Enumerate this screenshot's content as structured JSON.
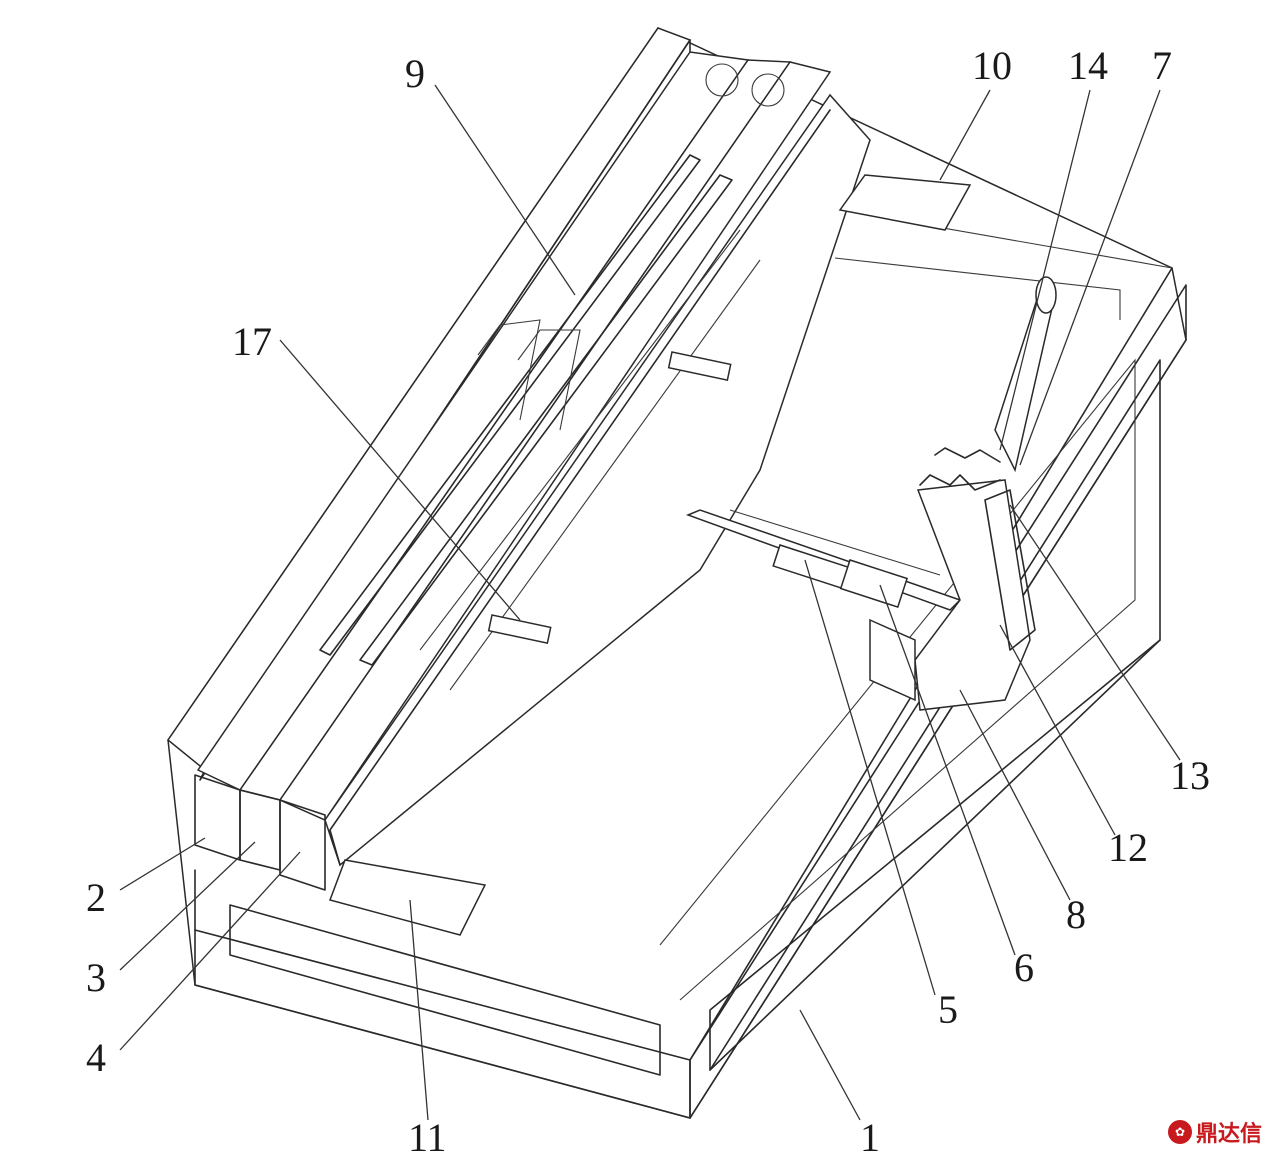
{
  "diagram": {
    "part_labels": [
      "2",
      "3",
      "4",
      "11",
      "1",
      "5",
      "6",
      "8",
      "12",
      "13",
      "7",
      "14",
      "10",
      "9",
      "17"
    ]
  },
  "watermark": {
    "text": "鼎达信",
    "icon": "seal-icon"
  }
}
